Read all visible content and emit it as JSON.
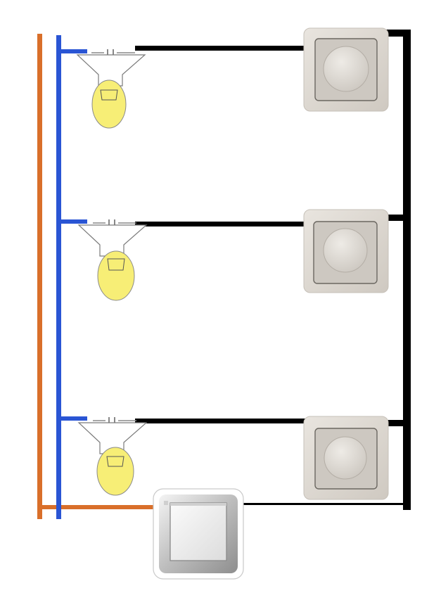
{
  "diagram": {
    "colors": {
      "background": "#ffffff",
      "phase_wire": "#d96f2a",
      "neutral_wire": "#2a55d4",
      "switched_wire": "#000000",
      "bulb_glass": "#f7ee76",
      "bulb_outline": "#8a8a8a",
      "holder_fill": "#ffffff",
      "holder_outline": "#7a7a7a",
      "dimmer_frame": "#ddd8d1",
      "dimmer_plate": "#cbc6bf",
      "dimmer_knob": "#e0dcd6",
      "switch_frame": "#d2d2d2",
      "switch_rocker": "#eeeeee"
    },
    "components": [
      {
        "name": "lamp-1",
        "type": "lamp"
      },
      {
        "name": "lamp-2",
        "type": "lamp"
      },
      {
        "name": "lamp-3",
        "type": "lamp"
      },
      {
        "name": "dimmer-1",
        "type": "rotary-dimmer",
        "icon": "dimmer-icon"
      },
      {
        "name": "dimmer-2",
        "type": "rotary-dimmer",
        "icon": "dimmer-icon"
      },
      {
        "name": "dimmer-3",
        "type": "rotary-dimmer",
        "icon": "dimmer-icon"
      },
      {
        "name": "main-switch",
        "type": "rocker-switch",
        "icon": "switch-icon"
      }
    ],
    "wires": [
      {
        "name": "phase",
        "color": "#d96f2a"
      },
      {
        "name": "neutral",
        "color": "#2a55d4"
      },
      {
        "name": "switched-lines",
        "color": "#000000"
      }
    ]
  }
}
